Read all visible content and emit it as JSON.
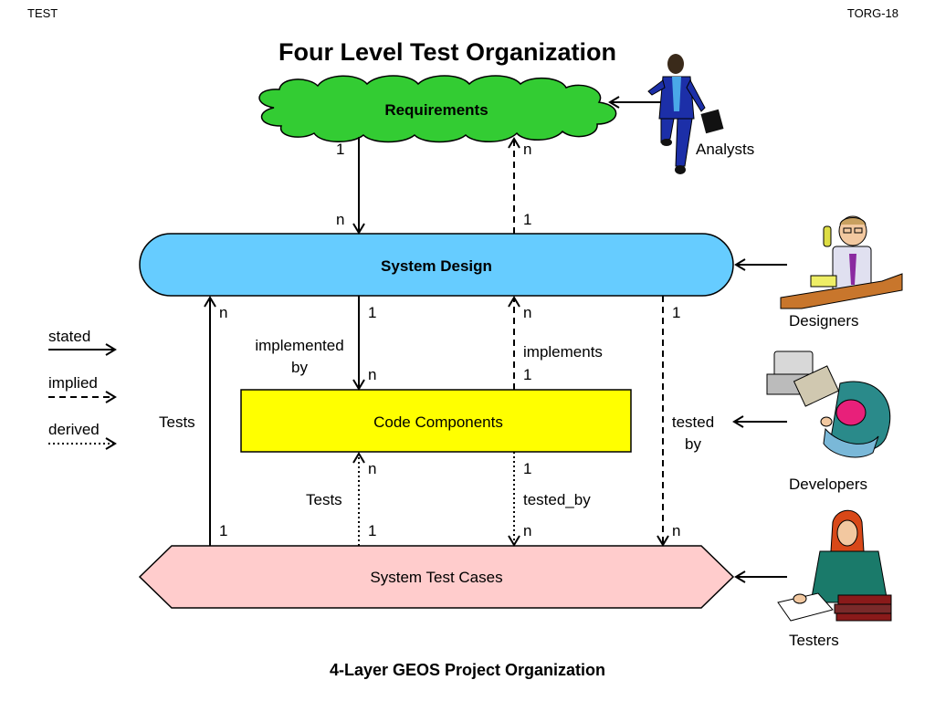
{
  "header": {
    "left": "TEST",
    "right": "TORG-18"
  },
  "title": "Four Level Test Organization",
  "caption": "4-Layer GEOS Project Organization",
  "nodes": {
    "requirements": "Requirements",
    "system_design": "System Design",
    "code_components": "Code  Components",
    "system_test_cases": "System Test Cases"
  },
  "actors": {
    "analysts": "Analysts",
    "designers": "Designers",
    "developers": "Developers",
    "testers": "Testers"
  },
  "legend": {
    "stated": "stated",
    "implied": "implied",
    "derived": "derived"
  },
  "edge_labels": {
    "implemented_by": [
      "implemented",
      "by"
    ],
    "implements": "implements",
    "tests_left": "Tests",
    "tested_by_right": [
      "tested",
      "by"
    ],
    "tests_mid": "Tests",
    "tested_by_mid": "tested_by"
  },
  "multiplicities": {
    "req_sd_solid_top": "1",
    "req_sd_solid_bottom": "n",
    "req_sd_dashed_top": "n",
    "req_sd_dashed_bottom": "1",
    "tests_left_top": "n",
    "tests_left_bottom": "1",
    "impl_by_top": "1",
    "impl_by_bottom": "n",
    "implements_top": "n",
    "implements_bottom": "1",
    "tested_right_top": "1",
    "tested_right_bottom": "n",
    "tests_mid_top": "n",
    "tests_mid_bottom": "1",
    "tested_mid_top": "1",
    "tested_mid_bottom": "n"
  },
  "colors": {
    "requirements": "#33cc33",
    "system_design": "#66ccff",
    "code_components": "#ffff00",
    "system_test_cases": "#ffcccc"
  }
}
